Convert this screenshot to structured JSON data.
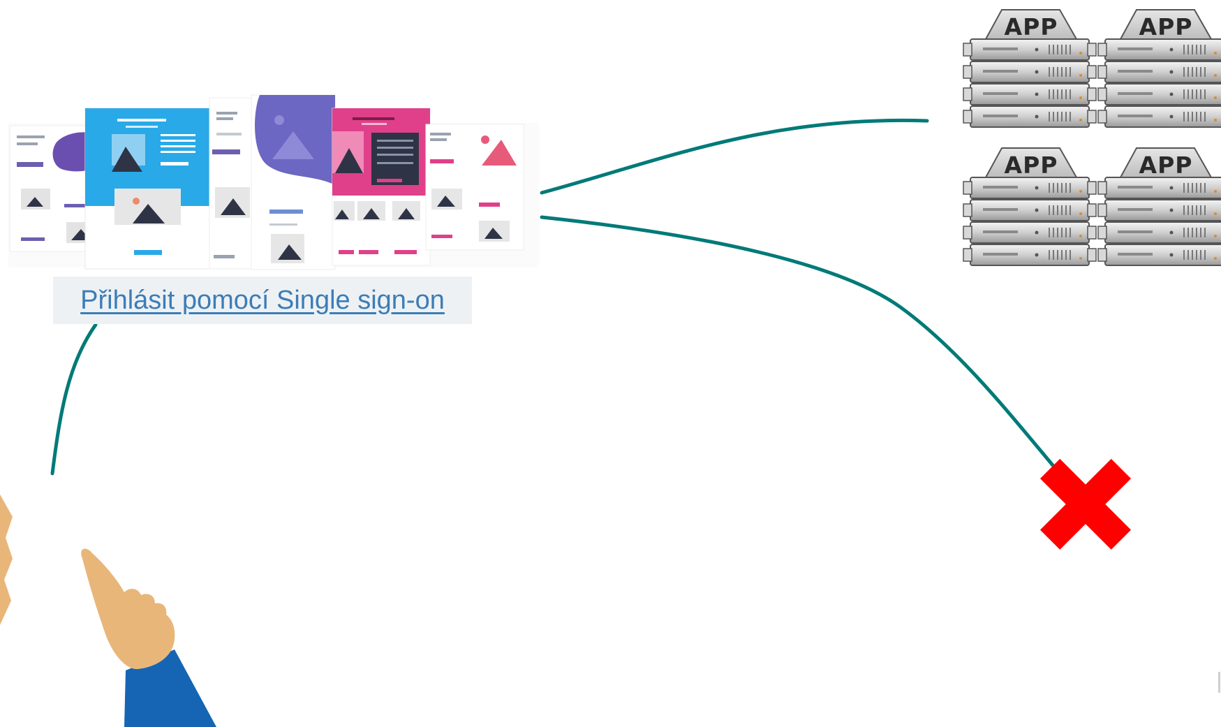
{
  "sso_link": {
    "label": "Přihlásit pomocí Single sign-on"
  },
  "servers": {
    "label": "APP",
    "count": 4
  },
  "connector_color": "#007a78",
  "fail_mark_color": "#ff0000",
  "icons": {
    "website_collage": "web-pages-collage-icon",
    "server_rack": "server-rack-icon",
    "pointing_hand": "pointing-hand-icon",
    "fail_mark": "red-x-icon"
  }
}
